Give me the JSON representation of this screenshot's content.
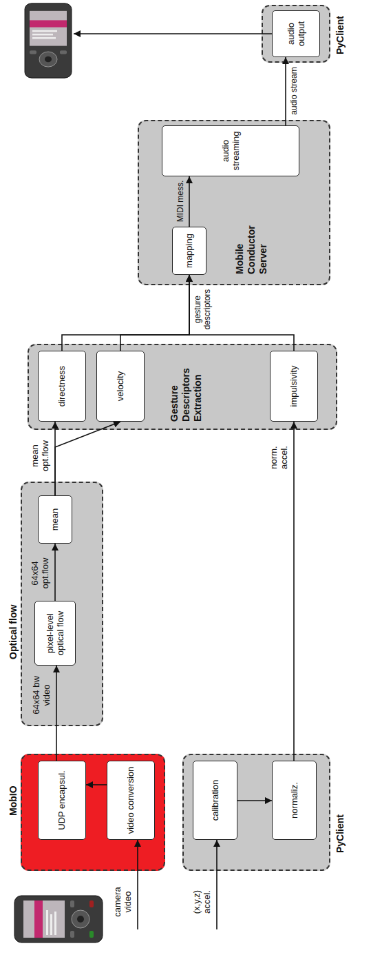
{
  "diagram": {
    "nodes": [
      {
        "text": [
          "MobIO"
        ]
      },
      {
        "text": [
          "UDP encapsul."
        ],
        "in": 0
      },
      {
        "text": [
          "video conversion"
        ],
        "in": 0
      },
      {
        "text": [
          "PyClient"
        ]
      },
      {
        "text": [
          "calibration"
        ],
        "in": 3
      },
      {
        "text": [
          "normaliz."
        ],
        "in": 3
      },
      {
        "text": [
          "Optical flow"
        ]
      },
      {
        "text": [
          "pixel-level optical flow"
        ],
        "in": 6
      },
      {
        "text": [
          "mean"
        ],
        "in": 6
      },
      {
        "text": [
          "Gesture Descriptors Extraction"
        ]
      },
      {
        "text": [
          "directness"
        ],
        "in": 9
      },
      {
        "text": [
          "velocity"
        ],
        "in": 9
      },
      {
        "text": [
          "impulsivity"
        ],
        "in": 9
      },
      {
        "text": [
          "Mobile Conductor Server"
        ]
      },
      {
        "text": [
          "mapping"
        ],
        "in": 13
      },
      {
        "text": [
          "audio streaming"
        ],
        "in": 13
      },
      {
        "text": [
          "PyClient"
        ]
      },
      {
        "text": [
          "audio output"
        ],
        "in": 16
      }
    ],
    "edges": [
      {
        "from": 2,
        "to": 1,
        "arrow": "to"
      },
      {
        "from": 4,
        "to": 5,
        "arrow": "to"
      },
      {
        "from": 1,
        "to": 7,
        "arrow": "to",
        "label": "64x64 bw video"
      },
      {
        "from": 7,
        "to": 8,
        "arrow": "to",
        "label": "64x64 opt.flow"
      },
      {
        "from": 8,
        "to": 10,
        "arrow": "to"
      },
      {
        "from": 8,
        "to": 11,
        "arrow": "to"
      },
      {
        "from": 5,
        "to": 12,
        "arrow": "to",
        "label": "norm. accel."
      },
      {
        "from": 10,
        "to": 14,
        "arrow": "to"
      },
      {
        "from": 11,
        "to": 14,
        "arrow": "to"
      },
      {
        "from": 12,
        "to": 14,
        "arrow": "to"
      },
      {
        "from": 14,
        "to": 15,
        "arrow": "to",
        "label": "MIDI mess."
      },
      {
        "from": 15,
        "to": 17,
        "arrow": "to",
        "label": "audio stream"
      }
    ],
    "labels": [
      "camera video",
      "(x,y,z) accel.",
      "mean opt.flow",
      "gesture descriptors"
    ]
  }
}
